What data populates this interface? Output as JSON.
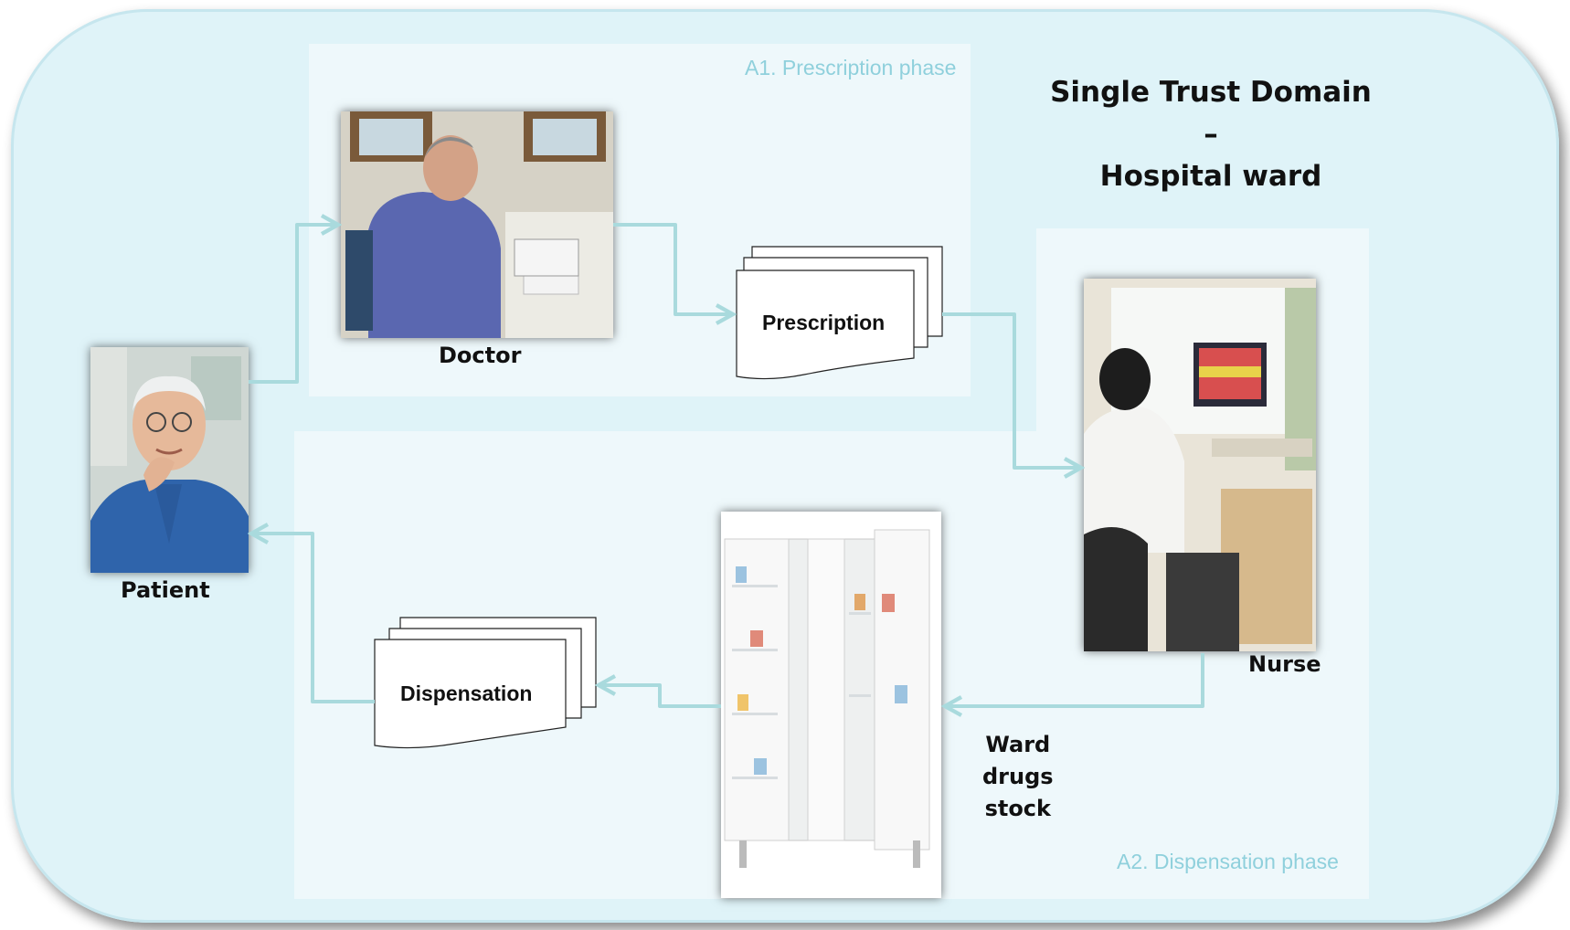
{
  "title": "Single Trust Domain – Hospital ward",
  "title_lines": [
    "Single Trust Domain –",
    "Hospital ward"
  ],
  "phases": {
    "prescription": "A1. Prescription phase",
    "dispensation": "A2. Dispensation phase"
  },
  "actors": {
    "patient": "Patient",
    "doctor": "Doctor",
    "nurse": "Nurse",
    "stock_lines": [
      "Ward",
      "drugs",
      "stock"
    ]
  },
  "documents": {
    "prescription": "Prescription",
    "dispensation": "Dispensation"
  },
  "colors": {
    "frame": "#dff3f8",
    "phase_panel": "#eef8fb",
    "arrow": "#a9dadd",
    "phase_label": "#8fd0dc"
  }
}
